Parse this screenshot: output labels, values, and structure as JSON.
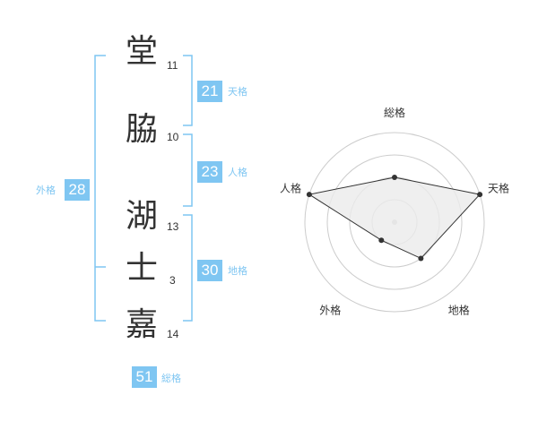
{
  "name": {
    "chars": [
      {
        "char": "堂",
        "strokes": "11"
      },
      {
        "char": "脇",
        "strokes": "10"
      },
      {
        "char": "湖",
        "strokes": "13"
      },
      {
        "char": "士",
        "strokes": "3"
      },
      {
        "char": "嘉",
        "strokes": "14"
      }
    ]
  },
  "kaku": {
    "tenkaku": {
      "value": "21",
      "label": "天格"
    },
    "jinkaku": {
      "value": "23",
      "label": "人格"
    },
    "chikaku": {
      "value": "30",
      "label": "地格"
    },
    "gaikaku": {
      "value": "28",
      "label": "外格"
    },
    "soukaku": {
      "value": "51",
      "label": "総格"
    }
  },
  "chart_data": {
    "type": "radar",
    "axes": [
      "総格",
      "天格",
      "地格",
      "外格",
      "人格"
    ],
    "values": [
      2,
      4,
      2,
      1,
      4
    ],
    "max": 4,
    "rings": 4,
    "colors": {
      "fill": "#ebebeb",
      "line": "#333333",
      "grid": "#cccccc",
      "center": "#cccccc"
    }
  },
  "colors": {
    "accent": "#7fc6f2",
    "text": "#333333"
  }
}
